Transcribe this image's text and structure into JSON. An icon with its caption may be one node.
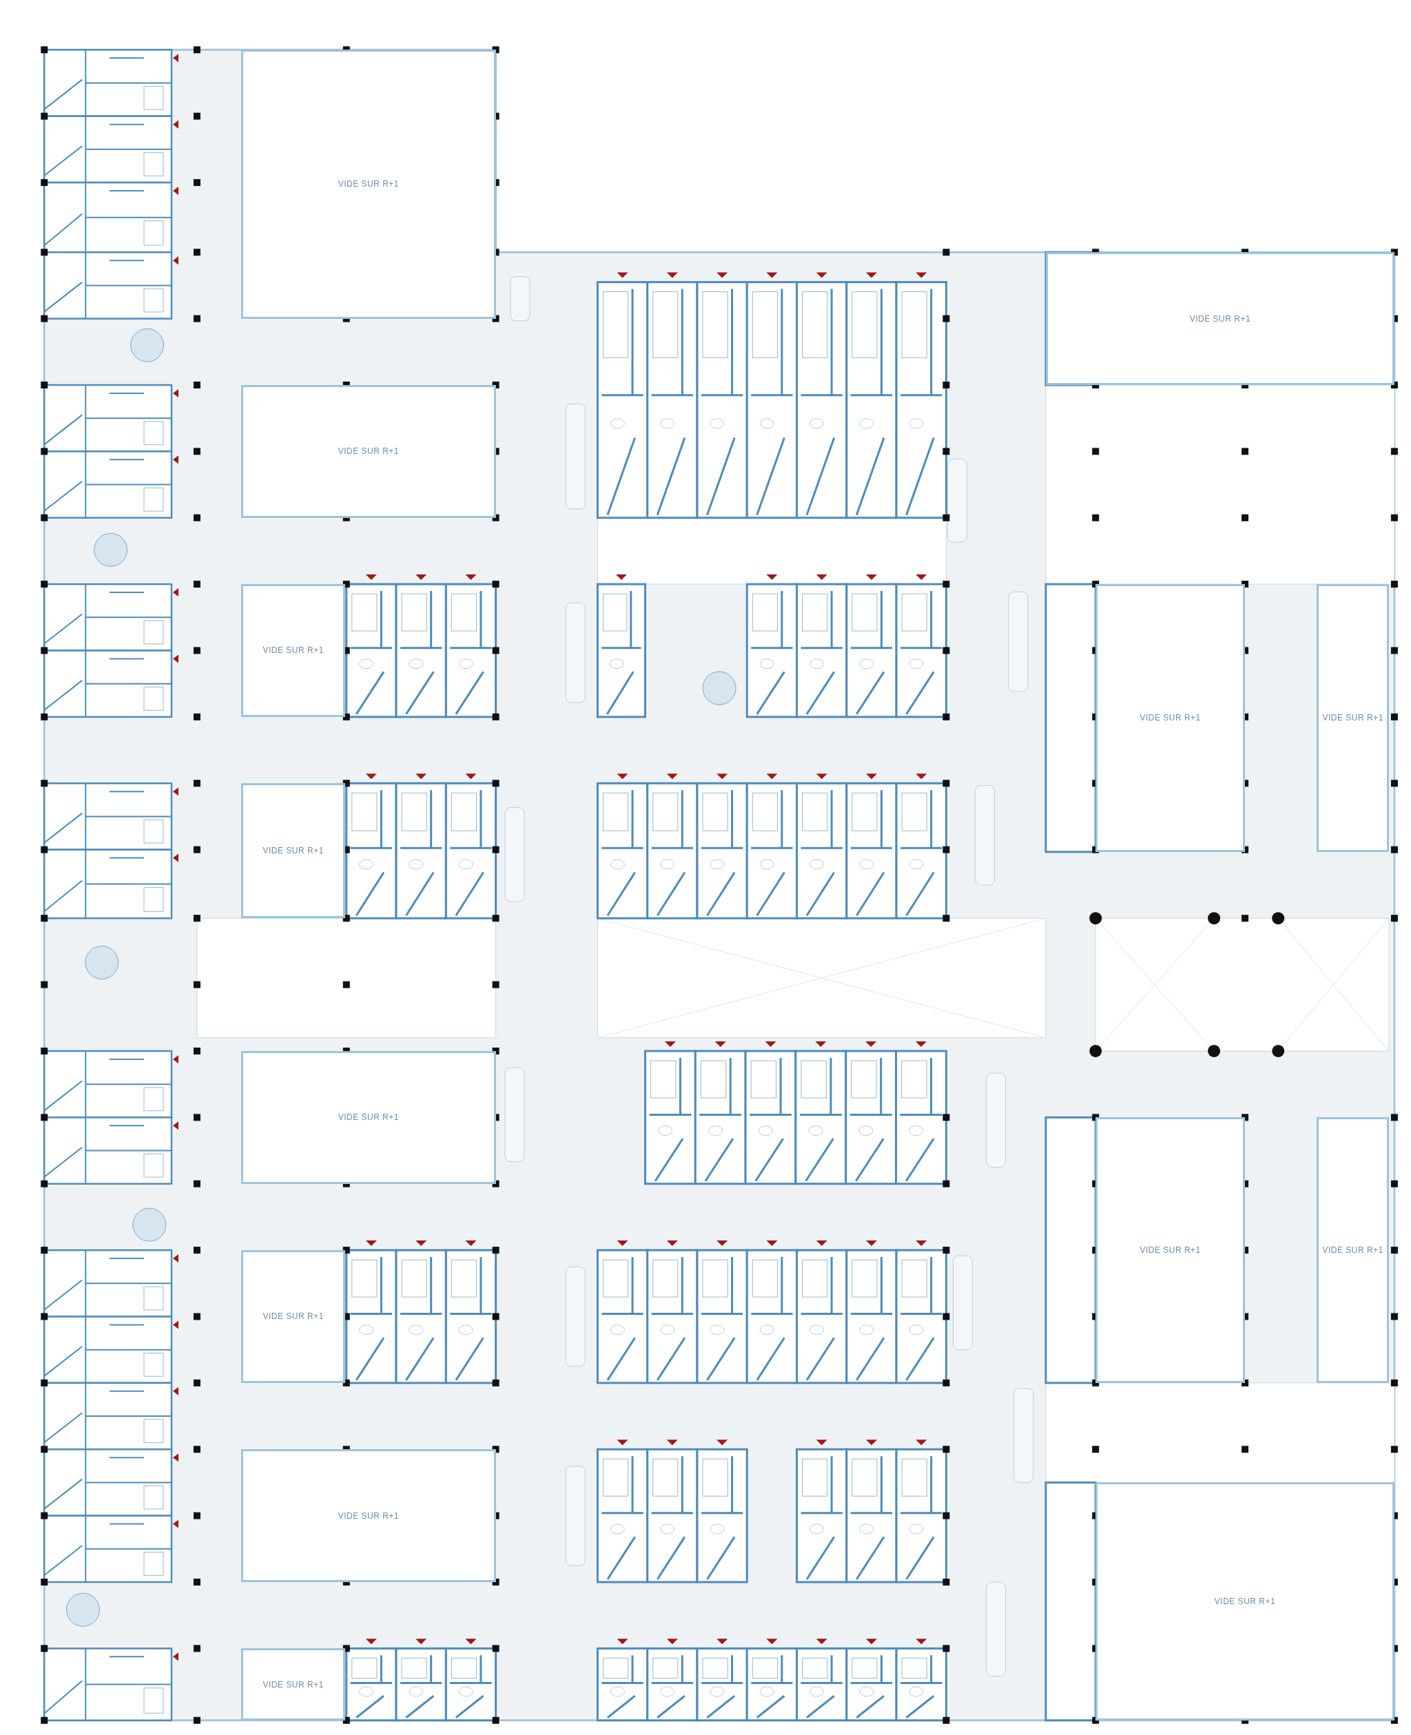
{
  "diagram": {
    "nodes": [
      {
        "text": [
          "VIDE SUR R+1"
        ]
      },
      {
        "text": [
          "VIDE SUR R+1"
        ]
      },
      {
        "text": [
          "VIDE SUR R+1"
        ]
      },
      {
        "text": [
          "VIDE SUR R+1"
        ]
      },
      {
        "text": [
          "VIDE SUR R+1"
        ]
      },
      {
        "text": [
          "VIDE SUR R+1"
        ]
      },
      {
        "text": [
          "VIDE SUR R+1"
        ]
      },
      {
        "text": [
          "VIDE SUR R+1"
        ]
      },
      {
        "text": [
          "VIDE SUR R+1"
        ]
      },
      {
        "text": [
          "VIDE SUR R+1"
        ]
      },
      {
        "text": [
          "VIDE SUR R+1"
        ]
      },
      {
        "text": [
          "VIDE SUR R+1"
        ]
      },
      {
        "text": [
          "VIDE SUR R+1"
        ]
      },
      {
        "text": [
          "VIDE SUR R+1"
        ]
      }
    ]
  }
}
